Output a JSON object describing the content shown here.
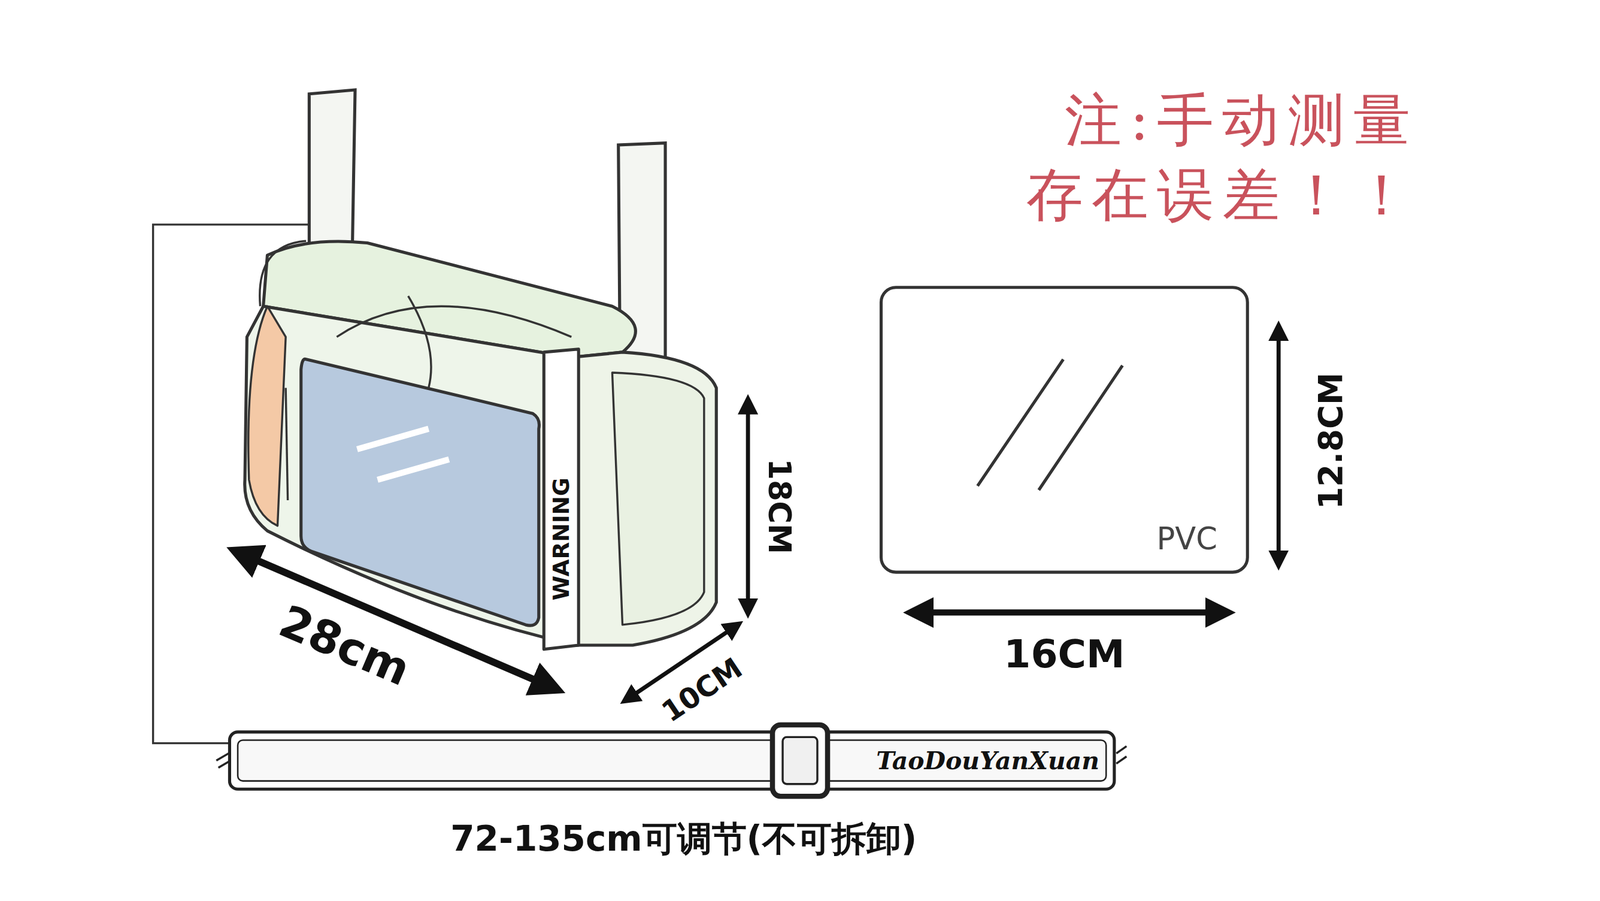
{
  "diagram": {
    "nodes": [
      {
        "text": [
          "PVC"
        ]
      }
    ],
    "labels": [
      "注:手动测量 存在误差！！",
      "WARNING",
      "28cm",
      "10CM",
      "18CM",
      "16CM",
      "12.8CM",
      "TaoDouYanXuan",
      "72-135cm可调节(不可拆卸)"
    ]
  }
}
